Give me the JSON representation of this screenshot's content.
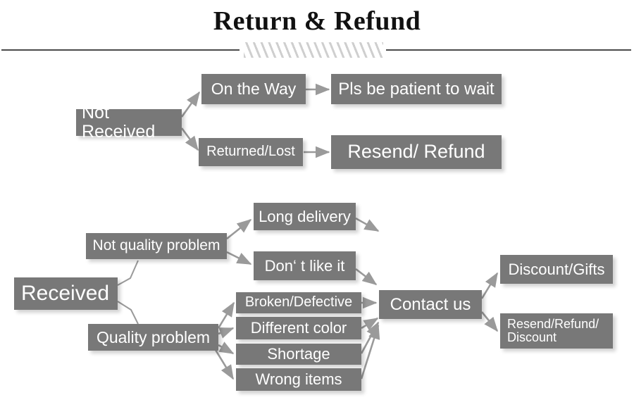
{
  "header": {
    "title": "Return & Refund",
    "divider_icon": "hatched-divider"
  },
  "colors": {
    "node_fill": "#787878",
    "node_text": "#ffffff",
    "connector": "#9a9a9a",
    "rule": "#4a4a4a",
    "hatch": "#cfcfcf",
    "background": "#ffffff"
  },
  "diagram": {
    "type": "flowchart",
    "branches": [
      {
        "root": "Not Received",
        "children": [
          {
            "label": "On the Way",
            "result": "Pls be patient to wait"
          },
          {
            "label": "Returned/Lost",
            "result": "Resend/ Refund"
          }
        ]
      },
      {
        "root": "Received",
        "children": [
          {
            "label": "Not quality problem",
            "reasons": [
              "Long delivery",
              "Don‘  t like it"
            ]
          },
          {
            "label": "Quality problem",
            "reasons": [
              "Broken/Defective",
              "Different color",
              "Shortage",
              "Wrong items"
            ]
          }
        ],
        "hub": "Contact us",
        "outcomes": [
          "Discount/Gifts",
          "Resend/Refund/\nDiscount"
        ]
      }
    ]
  },
  "nodes": {
    "not_received": "Not Received",
    "on_the_way": "On the Way",
    "returned_lost": "Returned/Lost",
    "pls_be_patient": "Pls be patient to wait",
    "resend_refund": "Resend/ Refund",
    "received": "Received",
    "not_quality_problem": "Not quality problem",
    "quality_problem": "Quality problem",
    "long_delivery": "Long delivery",
    "dont_like_it": "Don‘  t like it",
    "broken_defective": "Broken/Defective",
    "different_color": "Different color",
    "shortage": "Shortage",
    "wrong_items": "Wrong items",
    "contact_us": "Contact us",
    "discount_gifts": "Discount/Gifts",
    "resend_refund_discount": "Resend/Refund/\nDiscount"
  }
}
